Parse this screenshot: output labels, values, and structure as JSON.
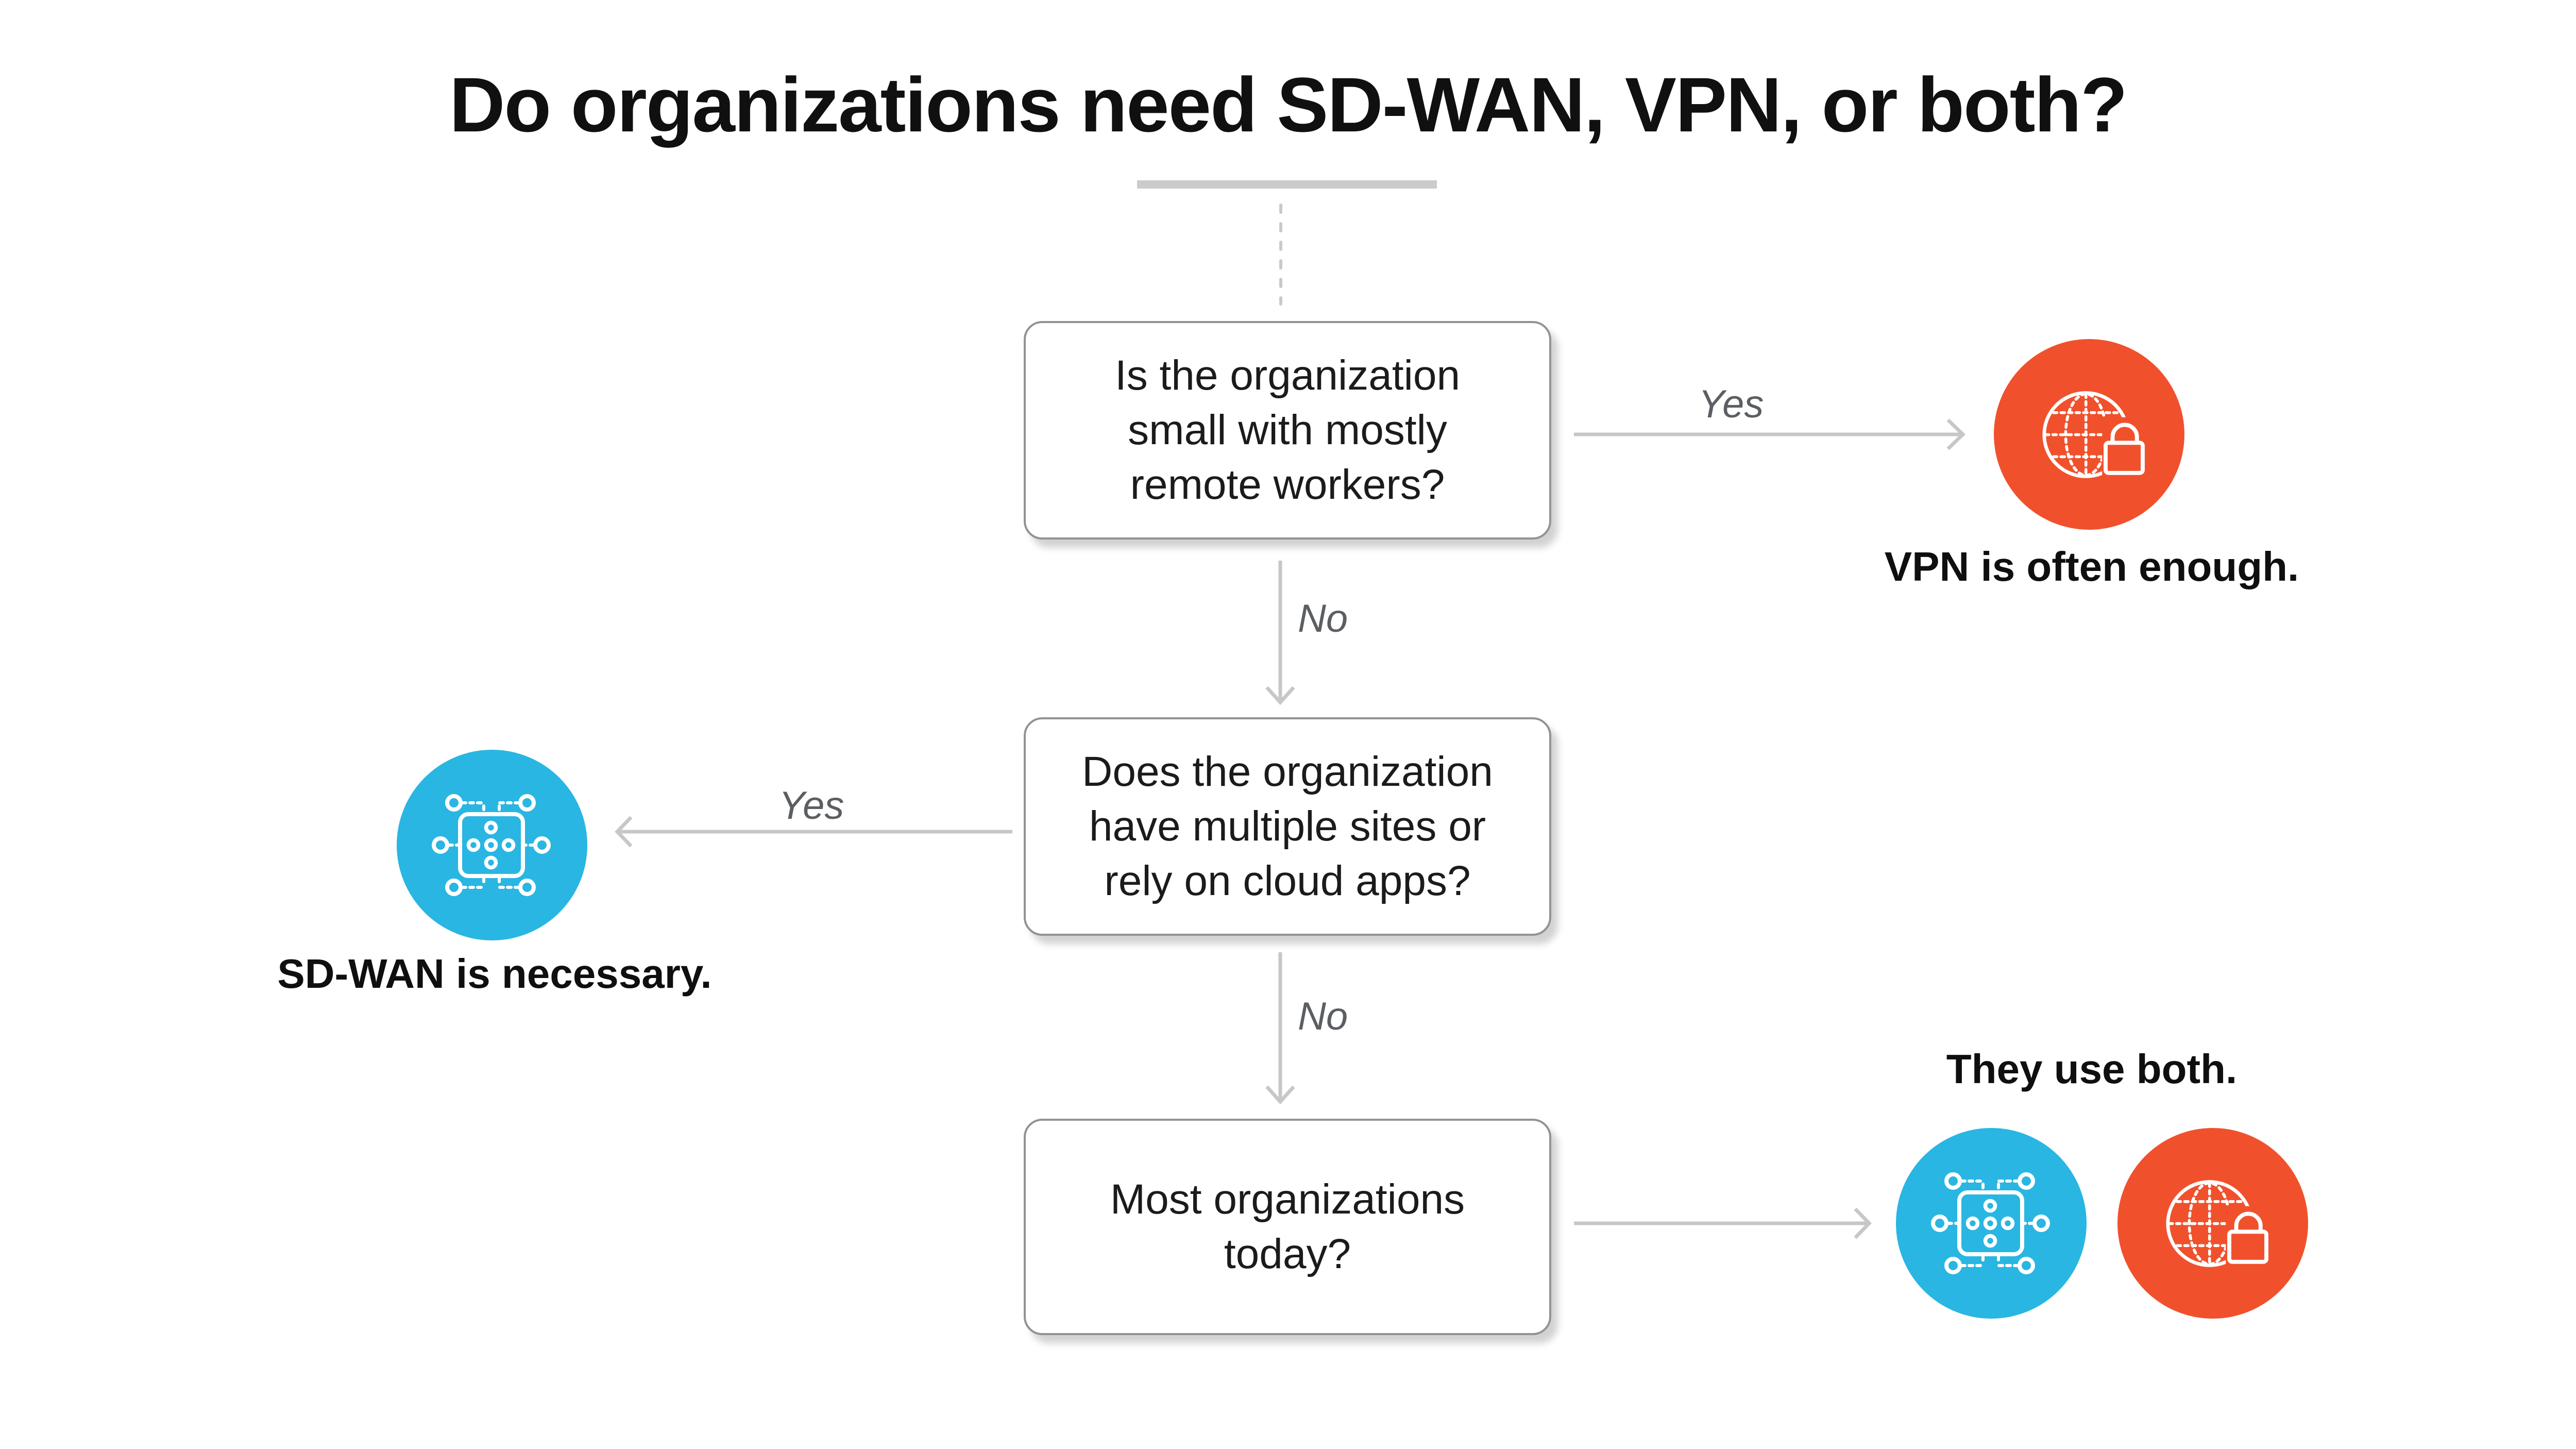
{
  "title": "Do organizations need SD-WAN, VPN, or both?",
  "questions": [
    {
      "id": "q1",
      "lines": [
        "Is the organization",
        "small with mostly",
        "remote workers?"
      ]
    },
    {
      "id": "q2",
      "lines": [
        "Does the organization",
        "have multiple sites or",
        "rely on cloud apps?"
      ]
    },
    {
      "id": "q3",
      "lines": [
        "Most organizations",
        "today?"
      ]
    }
  ],
  "edge_labels": {
    "q1_yes": "Yes",
    "q1_no": "No",
    "q2_yes": "Yes",
    "q2_no": "No"
  },
  "results": {
    "vpn": {
      "label": "VPN is often enough.",
      "icon": "globe-lock-icon",
      "color": "#F0512C"
    },
    "sdwan": {
      "label": "SD-WAN is necessary.",
      "icon": "network-icon",
      "color": "#29B6E2"
    },
    "both": {
      "label": "They use both.",
      "icons": [
        "network-icon",
        "globe-lock-icon"
      ]
    }
  },
  "colors": {
    "orange": "#F0512C",
    "cyan": "#29B6E2",
    "arrow_gray": "#C6C7C8",
    "edge_label_gray": "#5B5E62",
    "box_border_gray": "#909396",
    "title_divider_gray": "#CBCBCC",
    "text_dark": "#1B1B1B"
  }
}
